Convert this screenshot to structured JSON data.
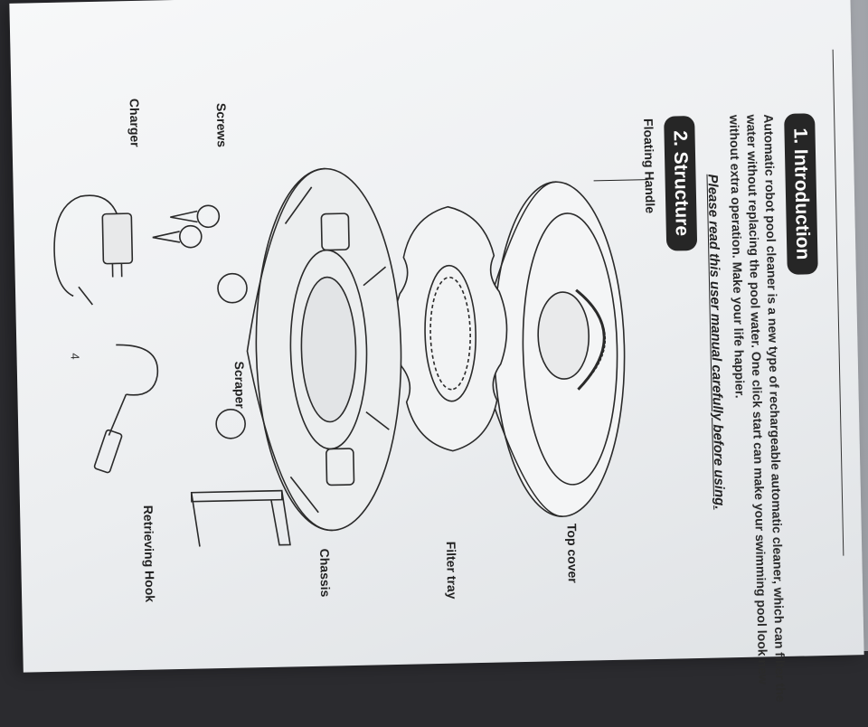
{
  "intro": {
    "heading": "1. Introduction",
    "body": "Automatic robot pool cleaner is a new type of rechargeable automatic cleaner, which can filter the water without replacing the pool water. One click start can make your swimming pool look new without extra operation. Make your life happier.",
    "notice": "Please read this user manual carefully before using."
  },
  "structure": {
    "heading": "2. Structure",
    "parts": {
      "floating_handle": "Floating Handle",
      "top_cover": "Top cover",
      "filter_tray": "Filter tray",
      "chassis": "Chassis",
      "screws": "Screws",
      "scraper": "Scraper",
      "charger": "Charger",
      "retrieving_hook": "Retrieving Hook"
    }
  },
  "page_number": "4"
}
